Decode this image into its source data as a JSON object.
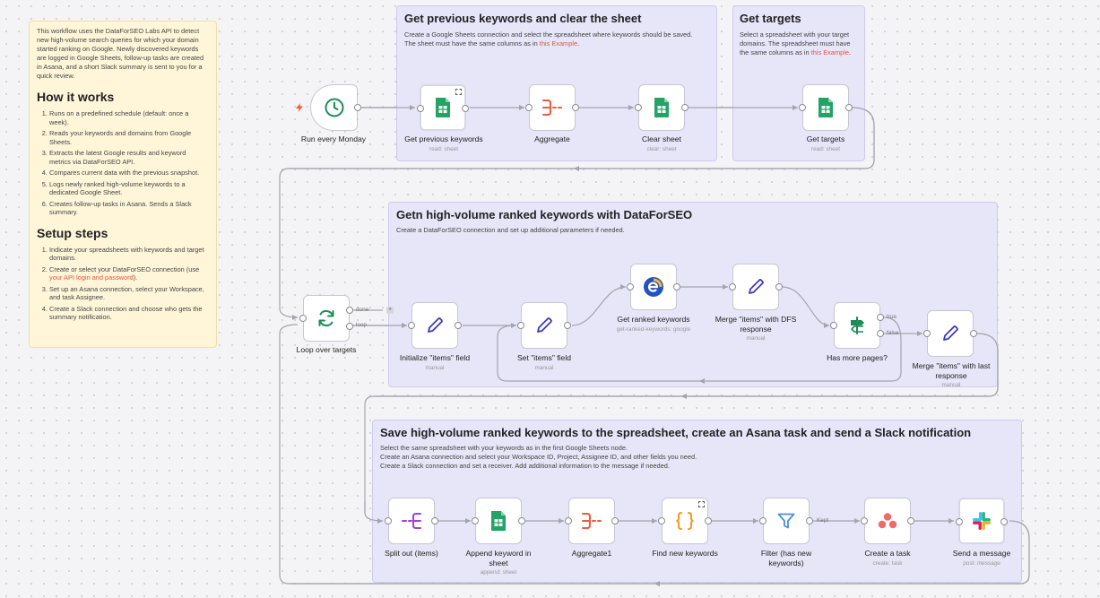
{
  "notes": {
    "intro": {
      "text": "This workflow uses the DataForSEO Labs API to detect new high-volume search queries for which your domain started ranking on Google. Newly discovered keywords are logged in Google Sheets, follow-up tasks are created in Asana, and a short Slack summary is sent to you for a quick review.",
      "how_title": "How it works",
      "how_steps": [
        "Runs on a predefined schedule (default: once a week).",
        "Reads your keywords and domains from Google Sheets.",
        "Extracts the latest Google results and keyword metrics via DataForSEO API.",
        "Compares current data with the previous snapshot.",
        "Logs newly ranked high-volume keywords to a dedicated Google Sheet.",
        "Creates follow-up tasks in Asana. Sends a Slack summary."
      ],
      "setup_title": "Setup steps",
      "setup_steps": {
        "s1": "Indicate your spreadsheets with keywords and target domains.",
        "s2_pre": "Create or select your DataForSEO connection (use ",
        "s2_link": "your API login and password",
        "s2_post": ").",
        "s3": "Set up an Asana connection, select your Workspace, and task Assignee.",
        "s4": "Create a Slack connection and choose who gets the summary notification."
      }
    },
    "prev": {
      "title": "Get previous keywords and clear the sheet",
      "text": "Create a Google Sheets connection and select the spreadsheet where keywords should be saved. The sheet must have the same columns as in ",
      "link": "this Example",
      "after": "."
    },
    "targets": {
      "title": "Get targets",
      "text": "Select a spreadsheet with your target domains. The spreadsheet must have the same columns as in ",
      "link": "this Example",
      "after": "."
    },
    "dfs": {
      "title": "Getn high-volume ranked keywords with DataForSEO",
      "text": "Create a DataForSEO connection and set up additional parameters if needed."
    },
    "save": {
      "title": "Save high-volume ranked keywords to the spreadsheet, create an Asana task and send a Slack notification",
      "line1": "Select the same spreadsheet with your keywords as in the first Google Sheets node.",
      "line2": "Create an Asana connection and select your Workspace ID, Project, Assignee ID, and other fields you need.",
      "line3": "Create a Slack connection and set a receiver. Add additional information to the message if needed."
    }
  },
  "nodes": {
    "schedule": {
      "label": "Run every Monday",
      "icon": "clock-icon"
    },
    "get_prev": {
      "label": "Get previous keywords",
      "sub": "read: sheet",
      "icon": "google-sheets-icon"
    },
    "aggregate": {
      "label": "Aggregate",
      "icon": "aggregate-icon"
    },
    "clear": {
      "label": "Clear sheet",
      "sub": "clear: sheet",
      "icon": "google-sheets-icon"
    },
    "targets": {
      "label": "Get targets",
      "sub": "read: sheet",
      "icon": "google-sheets-icon"
    },
    "loop": {
      "label": "Loop over targets",
      "icon": "loop-icon"
    },
    "init": {
      "label": "Initialize \"items\" field",
      "sub": "manual",
      "icon": "pencil-icon"
    },
    "set": {
      "label": "Set \"items\" field",
      "sub": "manual",
      "icon": "pencil-icon"
    },
    "ranked": {
      "label": "Get ranked keywords",
      "sub": "get-ranked-keywords: google",
      "icon": "dataforseo-icon"
    },
    "merge_dfs_l1": "Merge \"items\" with DFS",
    "merge_dfs_l2": "response",
    "merge_dfs_sub": "manual",
    "has_more": {
      "label": "Has more pages?",
      "icon": "signpost-icon"
    },
    "merge_last_l1": "Merge \"items\" with last",
    "merge_last_l2": "response",
    "merge_last_sub": "manual",
    "split": {
      "label": "Split out (items)",
      "icon": "split-out-icon"
    },
    "append_l1": "Append keyword in",
    "append_l2": "sheet",
    "append_sub": "append: sheet",
    "aggregate1": {
      "label": "Aggregate1",
      "icon": "aggregate-icon"
    },
    "find": {
      "label": "Find new keywords",
      "icon": "code-braces-icon"
    },
    "filter_l1": "Filter (has new",
    "filter_l2": "keywords)",
    "asana": {
      "label": "Create a task",
      "sub": "create: task",
      "icon": "asana-icon"
    },
    "slack": {
      "label": "Send a message",
      "sub": "post: message",
      "icon": "slack-icon"
    }
  },
  "edge_labels": {
    "done": "done",
    "loop": "loop",
    "true": "true",
    "false": "false",
    "kept": "Kept"
  },
  "colors": {
    "sheets": "#21a464",
    "aggregate": "#ee5a3a",
    "pencil": "#3d3ab8",
    "loop": "#1d8b5a",
    "schedule": "#1d8b5a",
    "split": "#a23fd6",
    "code": "#f29b1f",
    "filter": "#4a90d9",
    "dataforseo": "#2352c2",
    "asana": "#f06a6a",
    "slack_green": "#2eb67d",
    "slack_blue": "#36c5f0",
    "slack_yellow": "#ecb22e",
    "slack_red": "#e01e5a",
    "sticky_purple": "#e7e5f8",
    "sticky_yellow": "#fff6d9"
  }
}
